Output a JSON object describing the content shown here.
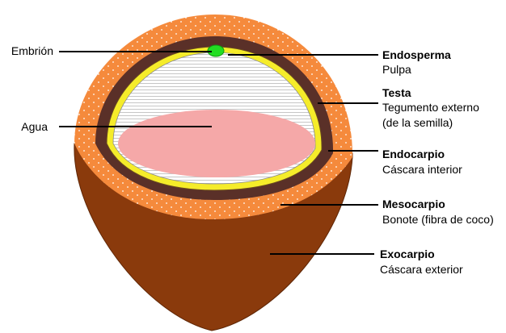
{
  "labels": {
    "embrion": "Embrión",
    "agua": "Agua",
    "endosperma": {
      "title": "Endosperma",
      "subtitle": "Pulpa"
    },
    "testa": {
      "title": "Testa",
      "subtitle_1": "Tegumento externo",
      "subtitle_2": "(de la semilla)"
    },
    "endocarpio": {
      "title": "Endocarpio",
      "subtitle": "Cáscara interior"
    },
    "mesocarpio": {
      "title": "Mesocarpio",
      "subtitle": "Bonote (fibra de coco)"
    },
    "exocarpio": {
      "title": "Exocarpio",
      "subtitle": "Cáscara exterior"
    }
  },
  "colors": {
    "exocarp": "#8a3a0c",
    "mesocarp": "#f58a3c",
    "endocarp": "#5a3028",
    "testa": "#f5ec2a",
    "endosperm": "#ffffff",
    "water": "#f5a8a8",
    "embryo": "#22dd22"
  }
}
